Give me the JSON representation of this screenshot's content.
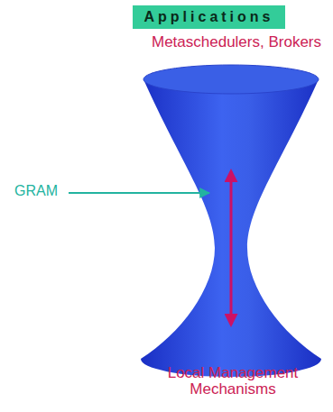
{
  "diagram": {
    "nodes": [
      {
        "text": [
          "Applications"
        ]
      }
    ],
    "labels": [
      "Metaschedulers, Brokers",
      "GRAM",
      "Local Management Mechanisms"
    ]
  }
}
